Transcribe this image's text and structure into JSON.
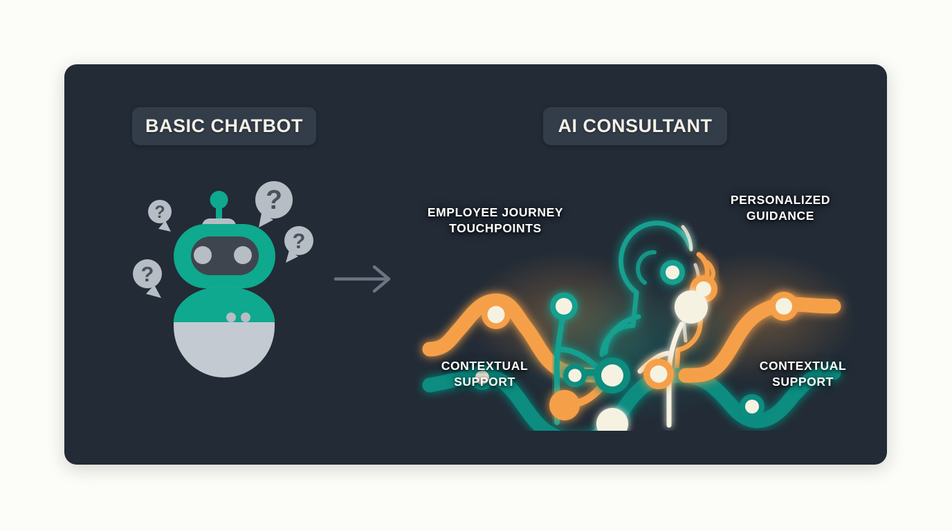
{
  "page": {
    "background_color": "#fcfcf8",
    "card_background": "#222b36"
  },
  "colors": {
    "teal": "#0e8c80",
    "teal_bright": "#12a08f",
    "orange": "#f5a04a",
    "cream": "#f6f2e2",
    "robot_teal": "#0ea98e",
    "robot_grey": "#b7bdc4",
    "robot_face": "#3e454f",
    "pill_bg": "#333c49",
    "pill_text": "#f3f1e6",
    "arrow": "#6b7583"
  },
  "headers": {
    "left_pill": "BASIC CHATBOT",
    "right_pill": "AI CONSULTANT"
  },
  "arrow": {
    "icon": "arrow-right-icon",
    "direction": "right"
  },
  "robot": {
    "icon": "chatbot-robot-icon",
    "antenna": "antenna",
    "eyes": 2,
    "question_bubbles": [
      {
        "id": "bubble-top-right",
        "glyph": "?"
      },
      {
        "id": "bubble-mid-right",
        "glyph": "?"
      },
      {
        "id": "bubble-upper-left",
        "glyph": "?"
      },
      {
        "id": "bubble-lower-left",
        "glyph": "?"
      }
    ]
  },
  "network": {
    "icon": "ai-network-diagram",
    "labels": {
      "journey": "EMPLOYEE JOURNEY TOUCHPOINTS",
      "journey_line1": "EMPLOYEE JOURNEY",
      "journey_line2": "TOUCHPOINTS",
      "guidance_line1": "PERSONALIZED",
      "guidance_line2": "GUIDANCE",
      "support_left_line1": "CONTEXTUAL",
      "support_left_line2": "SUPPORT",
      "support_right_line1": "CONTEXTUAL",
      "support_right_line2": "SUPPORT"
    }
  }
}
